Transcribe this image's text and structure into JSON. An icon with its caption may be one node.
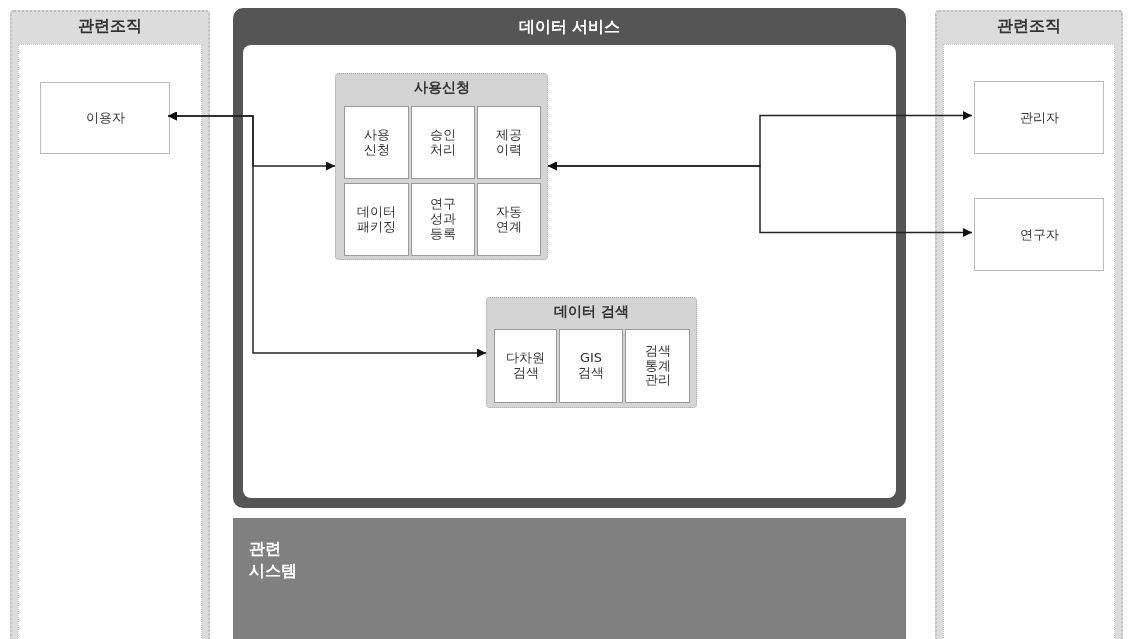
{
  "diagram": {
    "nodes": [
      {
        "text": [
          "관련조직"
        ]
      },
      {
        "text": [
          "이용자"
        ],
        "in": 0
      },
      {
        "text": [
          "데이터 서비스"
        ]
      },
      {
        "text": [
          "사용신청"
        ],
        "in": 2
      },
      {
        "text": [
          "사용 신청"
        ],
        "in": 3
      },
      {
        "text": [
          "승인 처리"
        ],
        "in": 3
      },
      {
        "text": [
          "제공 이력"
        ],
        "in": 3
      },
      {
        "text": [
          "데이터 패키징"
        ],
        "in": 3
      },
      {
        "text": [
          "연구 성과 등록"
        ],
        "in": 3
      },
      {
        "text": [
          "자동 연계"
        ],
        "in": 3
      },
      {
        "text": [
          "데이터 검색"
        ],
        "in": 2
      },
      {
        "text": [
          "다차원 검색"
        ],
        "in": 10
      },
      {
        "text": [
          "GIS 검색"
        ],
        "in": 10
      },
      {
        "text": [
          "검색 통계 관리"
        ],
        "in": 10
      },
      {
        "text": [
          "관련 시스템"
        ]
      },
      {
        "text": [
          "관련조직"
        ]
      },
      {
        "text": [
          "관리자"
        ],
        "in": 15
      },
      {
        "text": [
          "연구자"
        ],
        "in": 15
      }
    ],
    "edges": [
      {
        "from": 1,
        "to": 3,
        "arrow": "both"
      },
      {
        "from": 1,
        "to": 10,
        "arrow": "both"
      },
      {
        "from": 3,
        "to": 16,
        "arrow": "both"
      },
      {
        "from": 3,
        "to": 17,
        "arrow": "both"
      }
    ]
  }
}
